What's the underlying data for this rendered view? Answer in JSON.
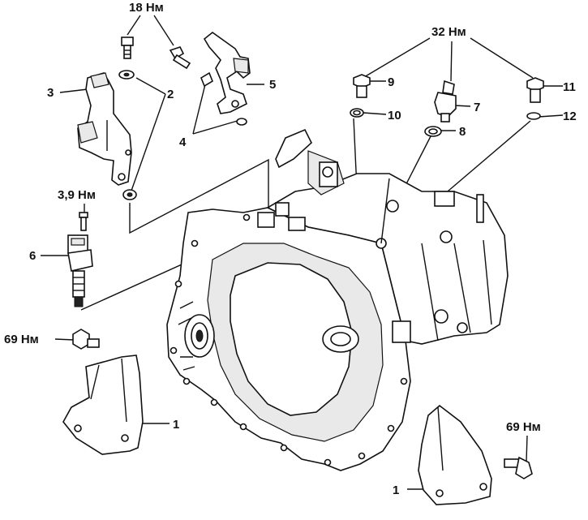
{
  "torques": {
    "top_left": "18 Нм",
    "top_right": "32 Нм",
    "sensor": "3,9 Нм",
    "left_bolt": "69 Нм",
    "right_bolt": "69 Нм"
  },
  "callouts": {
    "n1_left": "1",
    "n1_right": "1",
    "n2": "2",
    "n3": "3",
    "n4": "4",
    "n5": "5",
    "n6": "6",
    "n7": "7",
    "n8": "8",
    "n9": "9",
    "n10": "10",
    "n11": "11",
    "n12": "12"
  }
}
